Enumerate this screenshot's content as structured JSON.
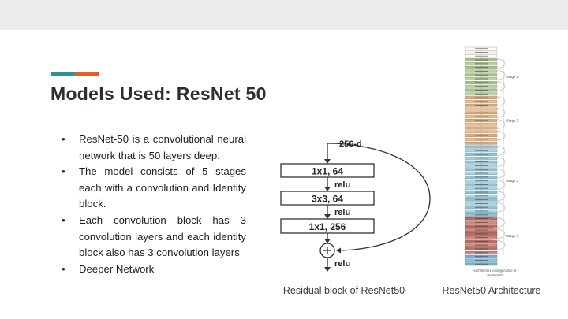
{
  "slide": {
    "title": "Models Used: ResNet 50",
    "accent_colors": {
      "teal": "#2f9390",
      "orange": "#df6020"
    },
    "top_band_color": "#e9ebed",
    "title_color": "#2b2e35",
    "bullets": [
      "ResNet-50 is a convolutional neural network that is 50 layers deep.",
      "The model consists of 5 stages each with a convolution and Identity block.",
      "Each convolution block has 3 convolution layers and each identity block also has 3 convolution layers",
      "Deeper Network"
    ],
    "captions": {
      "residual": "Residual block of ResNet50",
      "architecture": "ResNet50 Architecture"
    }
  },
  "residual_diagram": {
    "input_label": "256-d",
    "boxes": [
      "1x1, 64",
      "3x3, 64",
      "1x1, 256"
    ],
    "relu_label": "relu",
    "plus_symbol": "+"
  },
  "architecture_diagram": {
    "stages": [
      {
        "name": "input",
        "label": "",
        "count": 3,
        "color": "#fbfaf4",
        "alt": "#f3f2ea",
        "border": "#9a9a9a"
      },
      {
        "name": "stage-1",
        "label": "Stage 1",
        "count": 10,
        "color": "#a9be8d",
        "alt": "#bdcfa5",
        "border": "#7d9464"
      },
      {
        "name": "stage-2",
        "label": "Stage 2",
        "count": 13,
        "color": "#dcab7a",
        "alt": "#e6c29a",
        "border": "#b2824f"
      },
      {
        "name": "stage-3",
        "label": "Stage 3",
        "count": 19,
        "color": "#92c1d2",
        "alt": "#aed2de",
        "border": "#5f93a8"
      },
      {
        "name": "stage-4",
        "label": "Stage 4",
        "count": 10,
        "color": "#b96b63",
        "alt": "#cb8c84",
        "border": "#8e453e"
      },
      {
        "name": "output",
        "label": "",
        "count": 3,
        "color": "#7aaec6",
        "alt": "#8fbccf",
        "border": "#4f829c"
      }
    ],
    "footnote": [
      "Architecture configuration of",
      "ResNet50"
    ]
  }
}
